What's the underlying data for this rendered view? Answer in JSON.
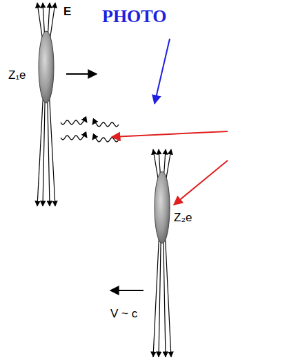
{
  "diagram": {
    "labels": [
      "E",
      "PHOTO",
      "Z₁e",
      "Z₂e",
      "V ~ c"
    ]
  }
}
